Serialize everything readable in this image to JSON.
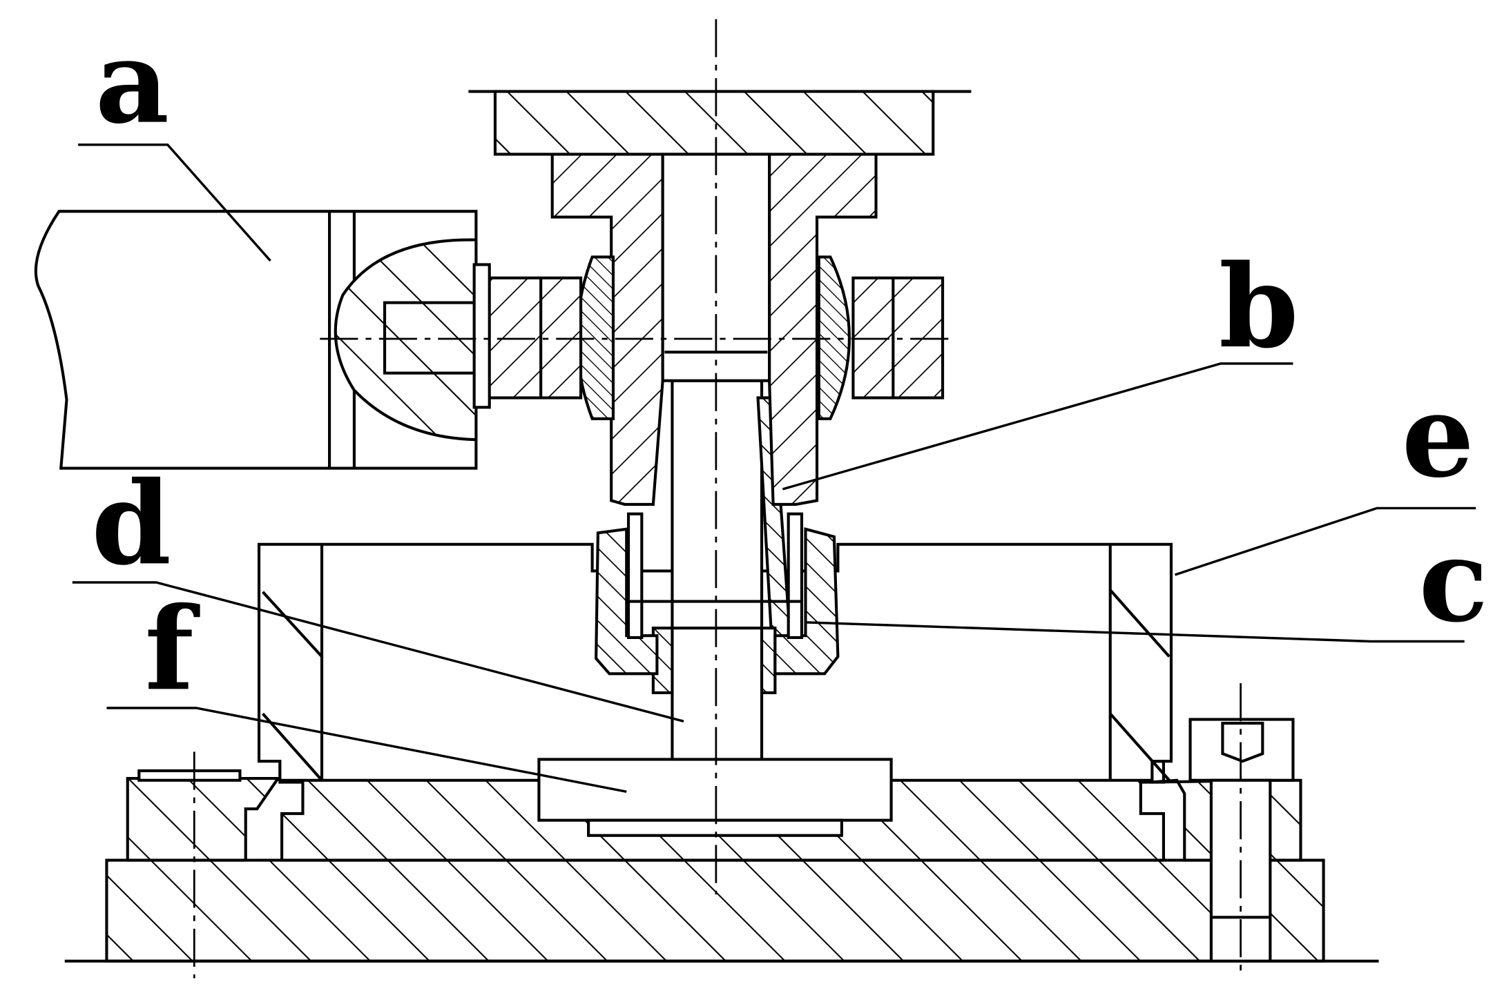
{
  "labels": {
    "a": "a",
    "b": "b",
    "c": "c",
    "d": "d",
    "e": "e",
    "f": "f"
  },
  "colors": {
    "stroke": "#000000",
    "background": "#ffffff"
  }
}
